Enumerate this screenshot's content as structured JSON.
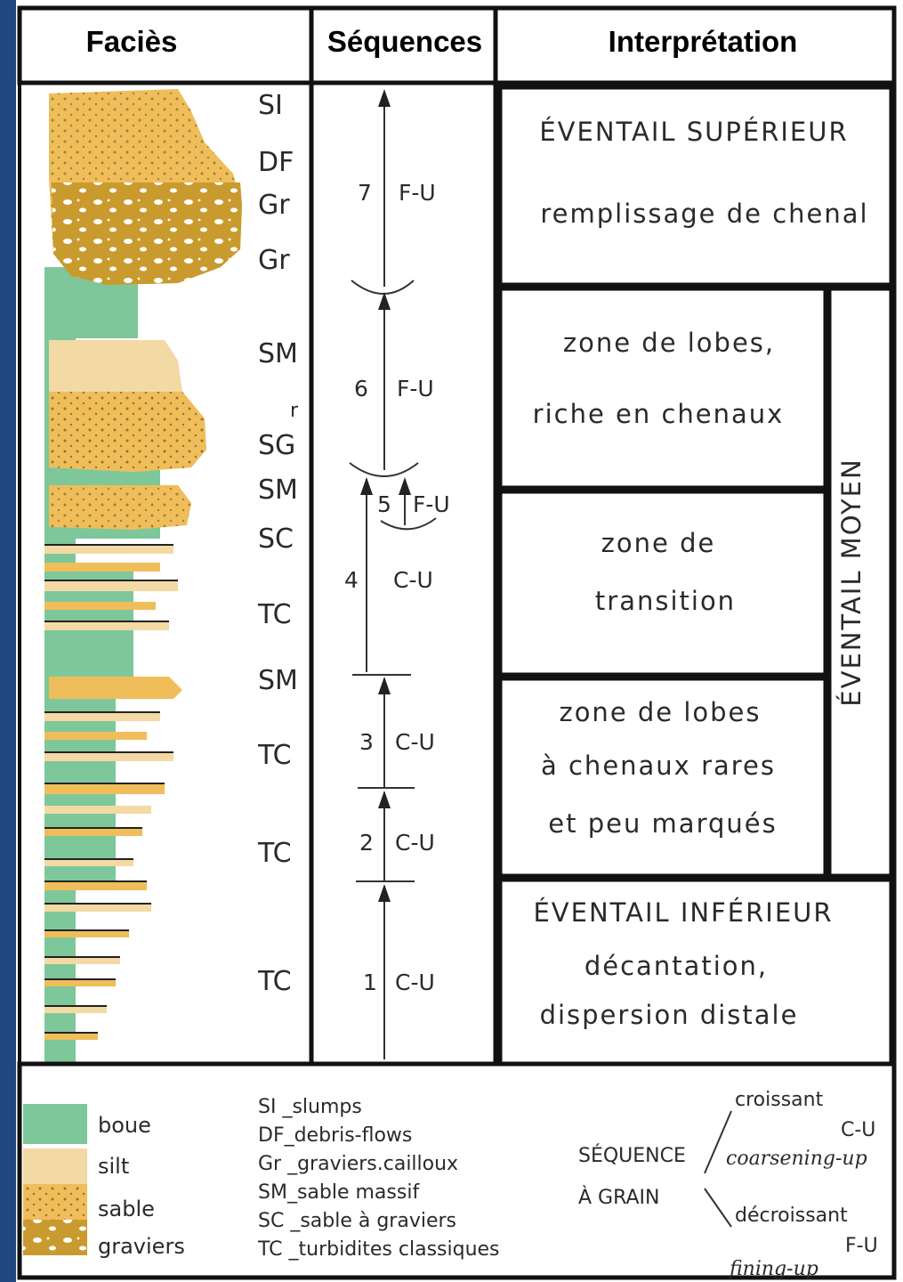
{
  "headers": {
    "facies": "Faciès",
    "sequences": "Séquences",
    "interpretation": "Interprétation"
  },
  "facies_labels": [
    "SI",
    "DF",
    "Gr",
    "Gr",
    "SM",
    "r",
    "SG",
    "SM",
    "SC",
    "TC",
    "SM",
    "TC",
    "TC",
    "TC"
  ],
  "sequences": [
    {
      "num": "7",
      "type": "F-U"
    },
    {
      "num": "6",
      "type": "F-U"
    },
    {
      "num": "5",
      "type": "F-U"
    },
    {
      "num": "4",
      "type": "C-U"
    },
    {
      "num": "3",
      "type": "C-U"
    },
    {
      "num": "2",
      "type": "C-U"
    },
    {
      "num": "1",
      "type": "C-U"
    }
  ],
  "interpretation": {
    "upper_title": "ÉVENTAIL SUPÉRIEUR",
    "upper_text": "remplissage de chenal",
    "lobes1": [
      "zone de lobes,",
      "riche en chenaux"
    ],
    "transition": [
      "zone de",
      "transition"
    ],
    "lobes2": [
      "zone de lobes",
      "à chenaux rares",
      "et peu marqués"
    ],
    "middle_label": "ÉVENTAIL MOYEN",
    "lower_title": "ÉVENTAIL INFÉRIEUR",
    "lower_text": [
      "décantation,",
      "dispersion distale"
    ]
  },
  "legend": {
    "materials": [
      "boue",
      "silt",
      "sable",
      "graviers"
    ],
    "codes": [
      "SI _slumps",
      "DF_debris-flows",
      "Gr _graviers.cailloux",
      "SM_sable massif",
      "SC _sable à graviers",
      "TC _turbidites classiques"
    ],
    "sequence_label": [
      "SÉQUENCE",
      "À GRAIN"
    ],
    "increasing": "croissant",
    "cu": "C-U",
    "coarsening": "coarsening-up",
    "decreasing": "décroissant",
    "fu": "F-U",
    "fining": "fining-up"
  },
  "colors": {
    "mud": "#7ec79a",
    "silt": "#f3d9a4",
    "sand": "#efbe5a",
    "gravel": "#c99a2e",
    "frame": "#111111",
    "sidebar": "#1f4780"
  }
}
